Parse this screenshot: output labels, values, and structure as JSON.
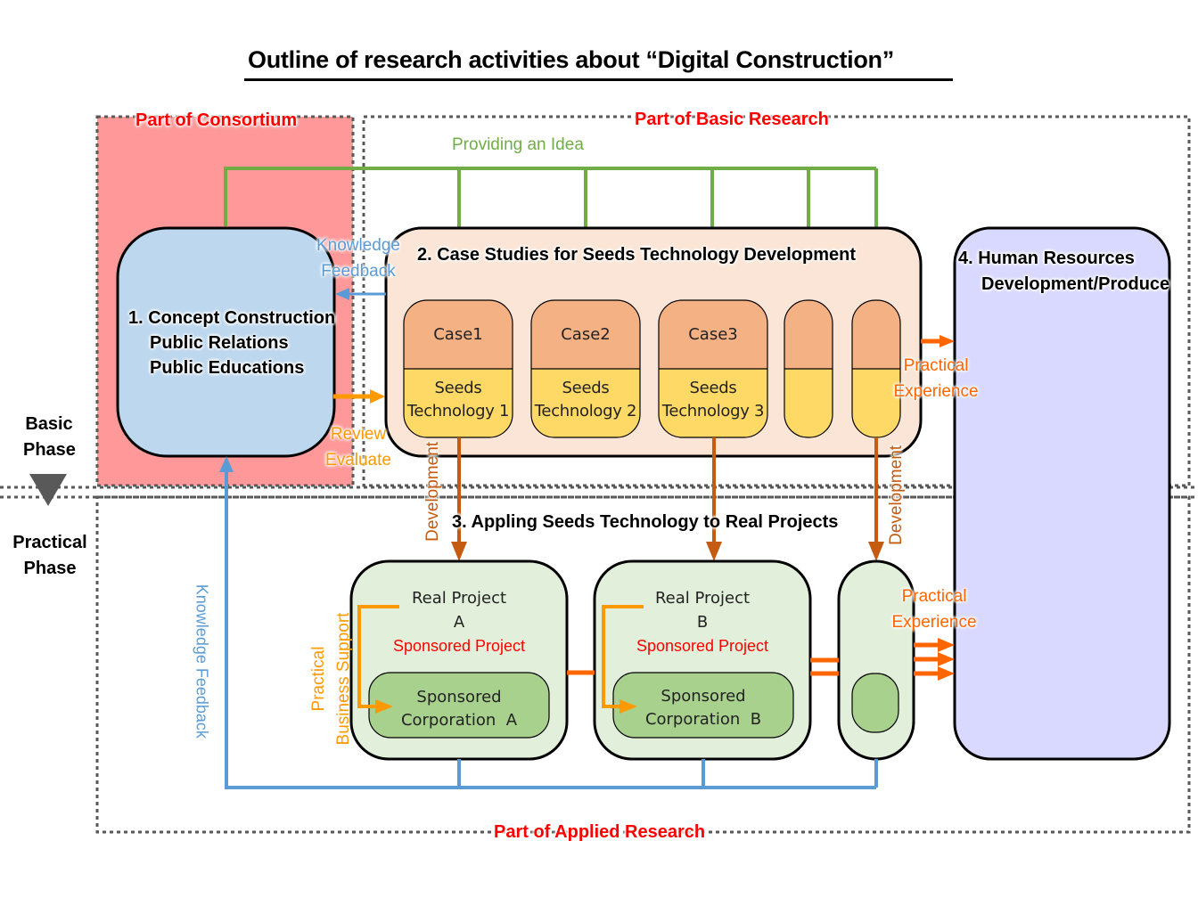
{
  "title": "Outline of research activities about “Digital Construction”",
  "regions": {
    "consortium": "Part of Consortium",
    "basic_research": "Part of Basic Research",
    "applied_research": "Part of Applied Research"
  },
  "phases": {
    "basic": [
      "Basic",
      "Phase"
    ],
    "practical": [
      "Practical",
      "Phase"
    ]
  },
  "boxes": {
    "concept": [
      "1. Concept Construction",
      "Public Relations",
      "Public Educations"
    ],
    "case_studies": "2. Case Studies for Seeds Technology Development",
    "applying": "3. Appling Seeds Technology to Real Projects",
    "human_resources": [
      "4. Human Resources",
      "Development/Produce"
    ]
  },
  "cases": [
    {
      "name": "Case1",
      "tech": [
        "Seeds",
        "Technology 1"
      ]
    },
    {
      "name": "Case2",
      "tech": [
        "Seeds",
        "Technology 2"
      ]
    },
    {
      "name": "Case3",
      "tech": [
        "Seeds",
        "Technology 3"
      ]
    },
    {
      "name": "",
      "tech": [
        "",
        ""
      ]
    },
    {
      "name": "",
      "tech": [
        "",
        ""
      ]
    }
  ],
  "projects": [
    {
      "title": [
        "Real Project",
        "A"
      ],
      "sponsored": "Sponsored Project",
      "corp": [
        "Sponsored",
        "Corporation  A"
      ]
    },
    {
      "title": [
        "Real Project",
        "B"
      ],
      "sponsored": "Sponsored Project",
      "corp": [
        "Sponsored",
        "Corporation  B"
      ]
    }
  ],
  "flows": {
    "providing_idea": "Providing an Idea",
    "knowledge_feedback_top": [
      "Knowledge",
      "Feedback"
    ],
    "review_evaluate": [
      "Review",
      "Evaluate"
    ],
    "practical_experience_top": [
      "Practical",
      "Experience"
    ],
    "practical_experience_bottom": [
      "Practical",
      "Experience"
    ],
    "development_left": "Development",
    "development_right": "Development",
    "practical_business_support": [
      "Practical",
      "Business Support"
    ],
    "knowledge_feedback_vertical": "Knowledge Feedback"
  },
  "colors": {
    "consortium_fill": "#ff9999",
    "concept_fill": "#bdd7ee",
    "case_studies_fill": "#fbe5d6",
    "case_top_fill": "#f4b183",
    "case_bottom_fill": "#ffd966",
    "project_fill": "#e2efda",
    "corp_fill": "#a9d18e",
    "human_fill": "#d9d9ff",
    "green_arrow": "#70ad47",
    "blue_arrow": "#5b9bd5",
    "orange_arrow": "#ff9900",
    "dark_orange_arrow": "#ff6600",
    "brown_arrow": "#c55a11",
    "region_label": "#ff0000"
  }
}
